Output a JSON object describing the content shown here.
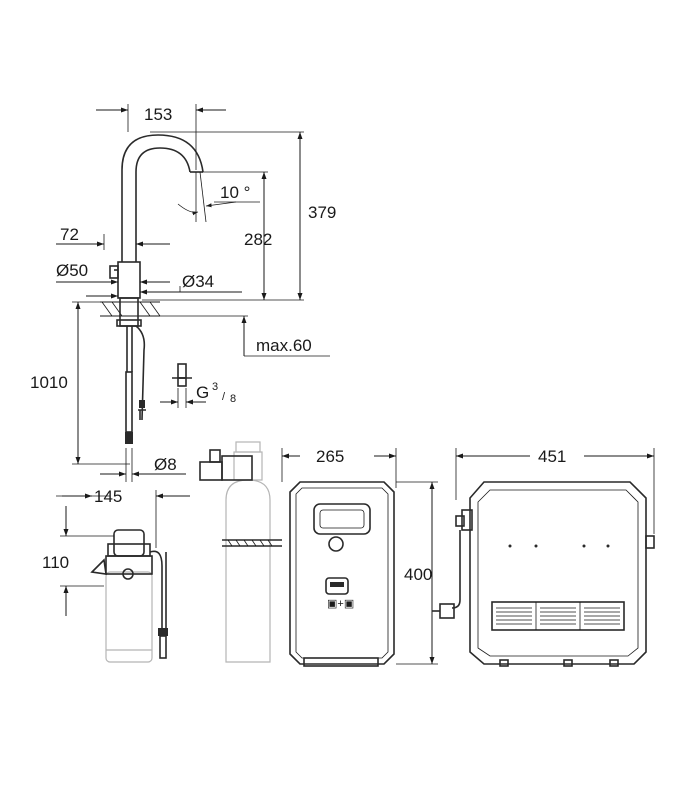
{
  "dimensions": {
    "spout_reach": "153",
    "angle": "10 °",
    "total_height": "379",
    "outlet_height": "282",
    "handle_offset": "72",
    "base_diameter": "Ø50",
    "hole_diameter": "Ø34",
    "max_thickness": "max.60",
    "hose_length": "1010",
    "thread": "G",
    "thread_num": "3",
    "thread_den": "8",
    "hose_diameter": "Ø8",
    "filter_width": "145",
    "filter_height": "110",
    "chiller_width": "265",
    "chiller_height": "400",
    "chiller_depth": "451"
  },
  "unit_panel_label": "▣+▣"
}
